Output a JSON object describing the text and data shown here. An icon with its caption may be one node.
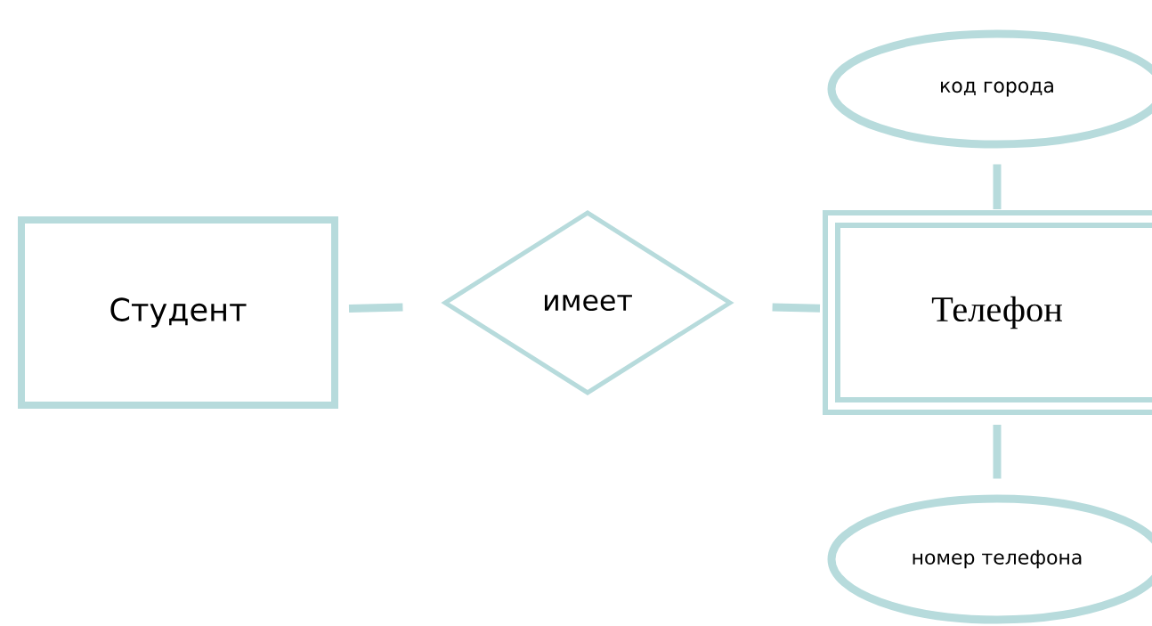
{
  "diagram": {
    "nodes": [
      {
        "text": [
          "Студент"
        ]
      },
      {
        "text": [
          "имеет"
        ]
      },
      {
        "text": [
          "Телефон"
        ]
      },
      {
        "text": [
          "код города"
        ]
      },
      {
        "text": [
          "номер телефона"
        ]
      }
    ],
    "edges": [
      {
        "from": 0,
        "to": 1,
        "arrow": "none"
      },
      {
        "from": 1,
        "to": 2,
        "arrow": "none"
      },
      {
        "from": 3,
        "to": 2,
        "arrow": "none"
      },
      {
        "from": 2,
        "to": 4,
        "arrow": "none"
      }
    ]
  }
}
